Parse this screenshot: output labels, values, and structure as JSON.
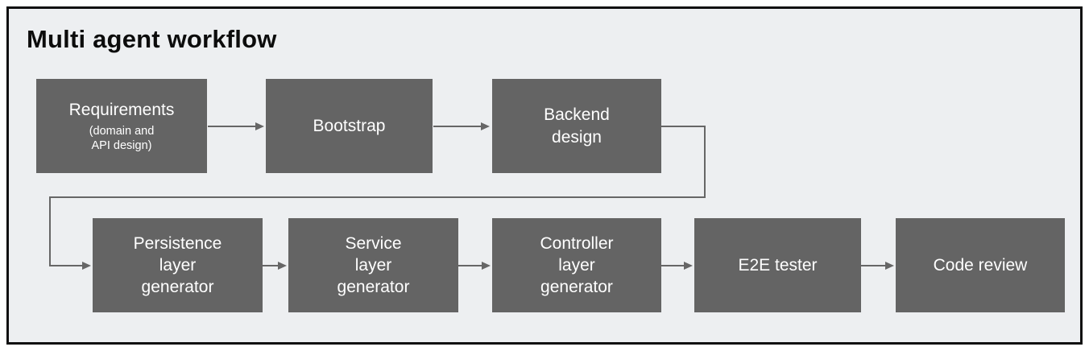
{
  "diagram": {
    "title": "Multi agent workflow",
    "colors": {
      "background": "#edeff1",
      "frame_border": "#111111",
      "node_background": "#646464",
      "node_text": "#ffffff",
      "arrow": "#666666"
    },
    "nodes": {
      "requirements": {
        "label": "Requirements",
        "sublabel": "(domain and\nAPI design)"
      },
      "bootstrap": {
        "label": "Bootstrap"
      },
      "backend_design": {
        "label": "Backend\ndesign"
      },
      "persistence": {
        "label": "Persistence\nlayer\ngenerator"
      },
      "service": {
        "label": "Service\nlayer\ngenerator"
      },
      "controller": {
        "label": "Controller\nlayer\ngenerator"
      },
      "e2e_tester": {
        "label": "E2E tester"
      },
      "code_review": {
        "label": "Code review"
      }
    },
    "edges": [
      {
        "from": "requirements",
        "to": "bootstrap"
      },
      {
        "from": "bootstrap",
        "to": "backend_design"
      },
      {
        "from": "backend_design",
        "to": "persistence"
      },
      {
        "from": "persistence",
        "to": "service"
      },
      {
        "from": "service",
        "to": "controller"
      },
      {
        "from": "controller",
        "to": "e2e_tester"
      },
      {
        "from": "e2e_tester",
        "to": "code_review"
      }
    ]
  }
}
